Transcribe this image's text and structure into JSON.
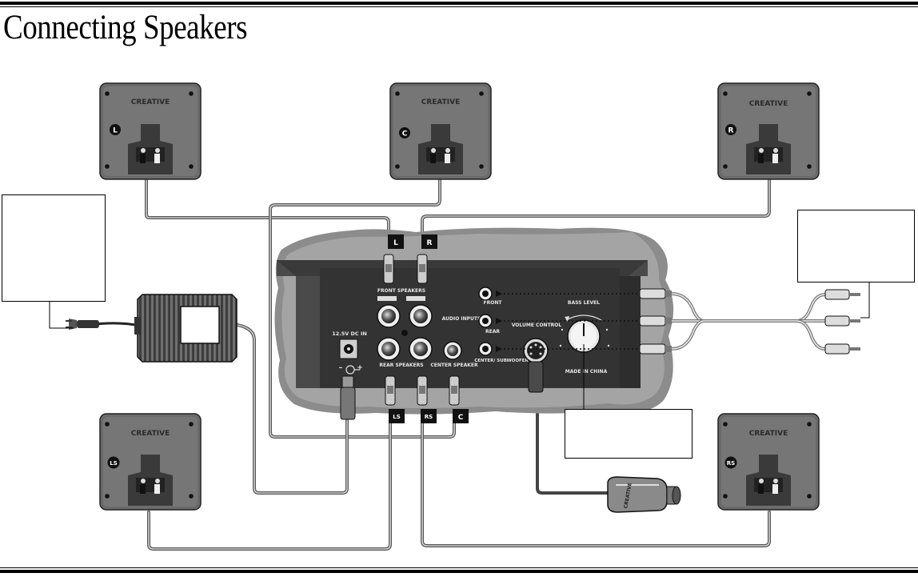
{
  "page": {
    "title": "Connecting Speakers"
  },
  "speakers": {
    "brand": "CREATIVE",
    "left_badge": "L",
    "center_badge": "C",
    "right_badge": "R",
    "left_surround_badge": "LS",
    "right_surround_badge": "RS"
  },
  "cable_tags": {
    "left": "L",
    "right": "R",
    "left_surround": "LS",
    "right_surround": "RS",
    "center": "C"
  },
  "panel": {
    "dc_in": "12.5V DC IN",
    "front_speakers": "FRONT SPEAKERS",
    "rear_speakers": "REAR SPEAKERS",
    "center_speaker": "CENTER SPEAKER",
    "audio_inputs": "AUDIO INPUTS",
    "input_front": "FRONT",
    "input_rear": "REAR",
    "input_center_sub": "CENTER/ SUBWOOFER",
    "volume_control": "VOLUME CONTROL",
    "bass_level": "BASS LEVEL",
    "made_in": "MADE IN CHINA",
    "polarity_minus": "–",
    "polarity_plus": "+"
  },
  "remote": {
    "brand": "CREATIVE"
  }
}
